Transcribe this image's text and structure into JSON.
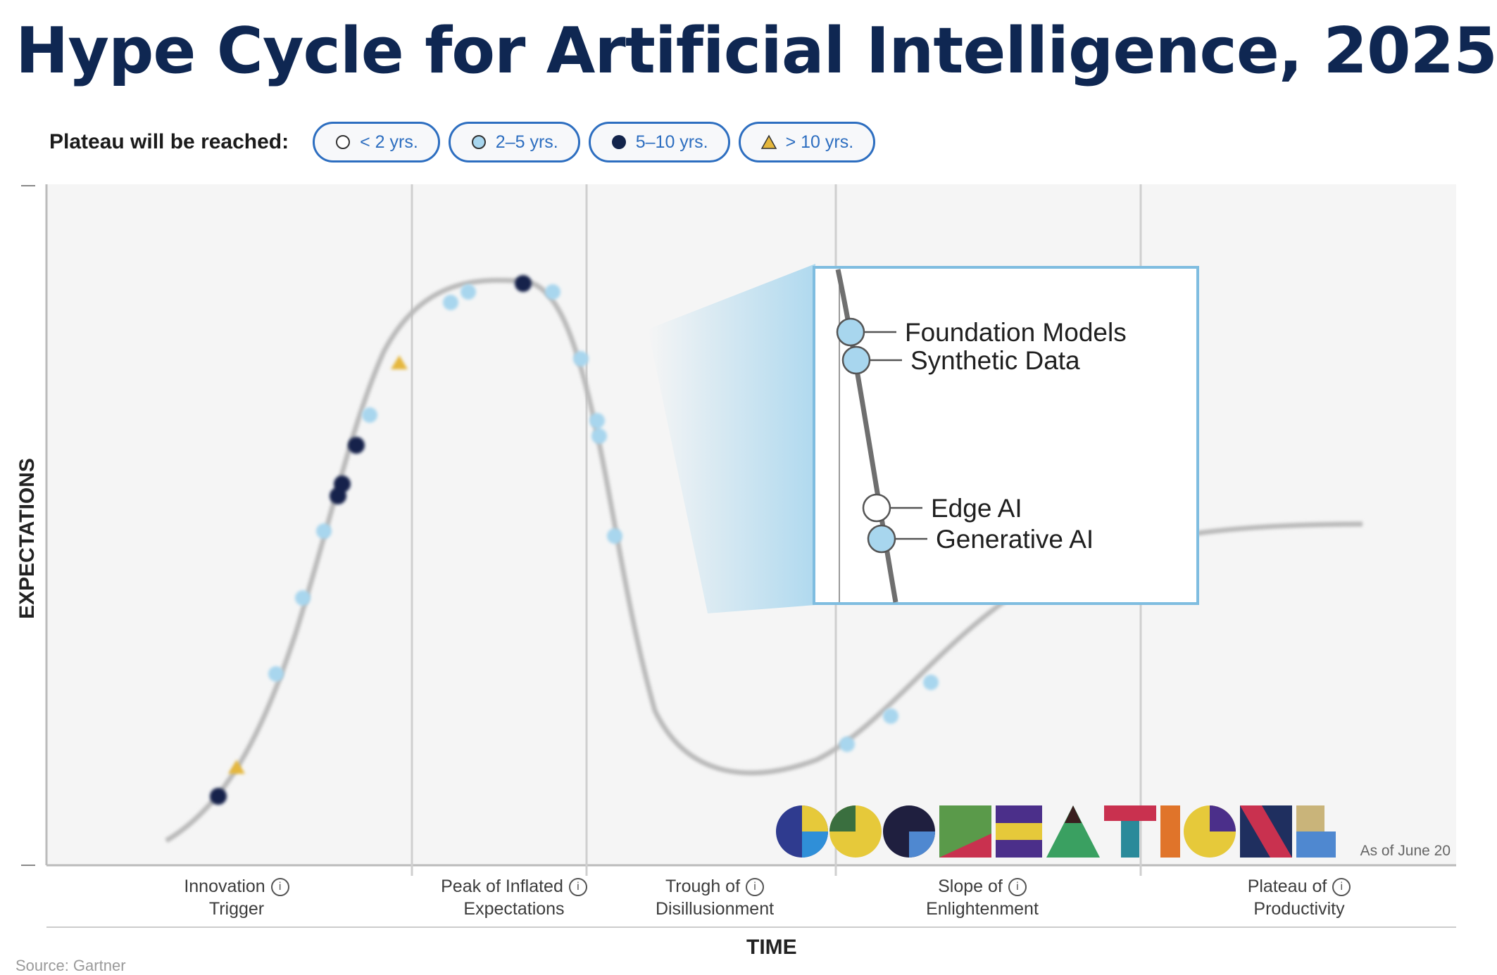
{
  "chart_data": {
    "type": "hype-cycle",
    "title": "Hype Cycle for Artificial Intelligence, 2025",
    "legend": {
      "label": "Plateau will be reached:",
      "entries": [
        {
          "label": "< 2 yrs.",
          "marker": "circle-open",
          "color": "#ffffff"
        },
        {
          "label": "2–5 yrs.",
          "marker": "circle-light-blue",
          "color": "#a8d6ee"
        },
        {
          "label": "5–10 yrs.",
          "marker": "circle-navy",
          "color": "#13244b"
        },
        {
          "label": "> 10 yrs.",
          "marker": "triangle-yellow",
          "color": "#e5b73c"
        }
      ]
    },
    "ylabel": "EXPECTATIONS",
    "xlabel": "TIME",
    "phases": [
      {
        "line1": "Innovation",
        "line2": "Trigger"
      },
      {
        "line1": "Peak of Inflated",
        "line2": "Expectations"
      },
      {
        "line1": "Trough of",
        "line2": "Disillusionment"
      },
      {
        "line1": "Slope of",
        "line2": "Enlightenment"
      },
      {
        "line1": "Plateau of",
        "line2": "Productivity"
      }
    ],
    "zoom_callout": {
      "items": [
        {
          "label": "Foundation Models",
          "plateau": "2–5 yrs."
        },
        {
          "label": "Synthetic Data",
          "plateau": "2–5 yrs."
        },
        {
          "label": "Edge AI",
          "plateau": "< 2 yrs."
        },
        {
          "label": "Generative AI",
          "plateau": "2–5 yrs."
        }
      ]
    },
    "note": "As of June 20",
    "colors": {
      "curve": "#b8b8b8",
      "phase_lines": "#cccccc",
      "accent": "#2d6ec0",
      "title": "#0f2752",
      "navy": "#13244b",
      "light_blue": "#a8d6ee",
      "yellow": "#e5b73c"
    }
  },
  "watermark": {
    "text": "COCREATIONS"
  },
  "source_text": "Source: Gartner"
}
